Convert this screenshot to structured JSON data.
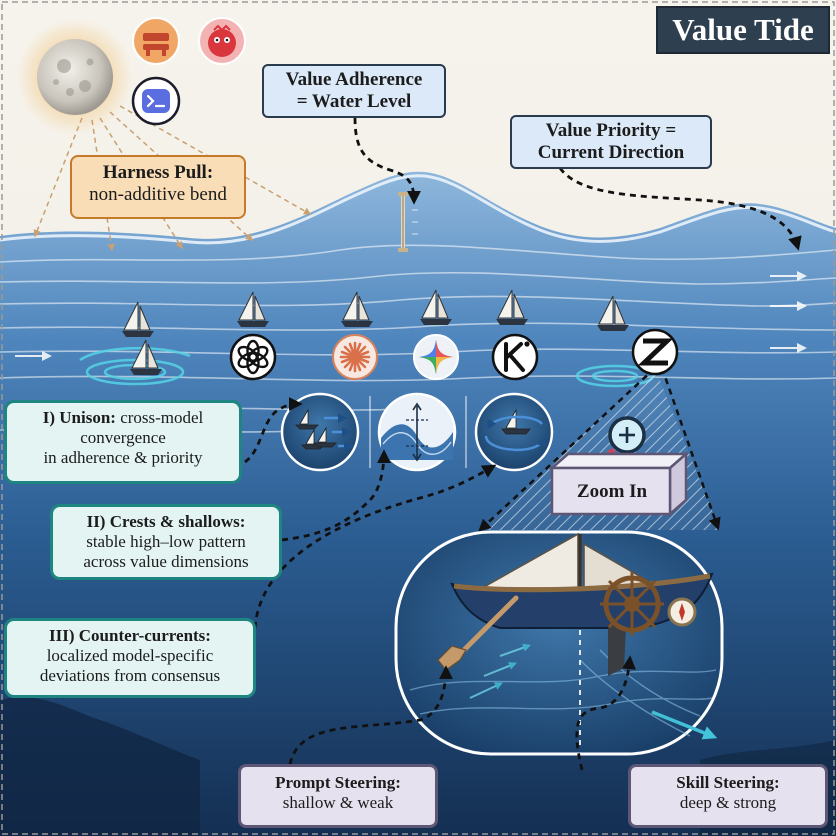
{
  "title": "Value Tide",
  "labels": {
    "adherence": {
      "line1": "Value Adherence",
      "line2": "= Water Level"
    },
    "priority": {
      "line1": "Value Priority =",
      "line2": "Current Direction"
    },
    "harness": {
      "heading": "Harness Pull:",
      "body": "non-additive bend"
    },
    "unison": {
      "heading": "I) Unison:",
      "line1": "cross-model",
      "line2": "convergence",
      "line3": "in adherence & priority"
    },
    "crests": {
      "heading": "II) Crests & shallows:",
      "line1": "stable high–low pattern",
      "line2": "across value dimensions"
    },
    "counter": {
      "heading": "III) Counter-currents:",
      "line1": "localized model-specific",
      "line2": "deviations from consensus"
    },
    "zoom": "Zoom In",
    "prompt": {
      "heading": "Prompt Steering:",
      "body": "shallow & weak"
    },
    "skill": {
      "heading": "Skill Steering:",
      "body": "deep & strong"
    }
  },
  "icons": {
    "harness": [
      "bench-icon",
      "red-bird-icon",
      "terminal-icon"
    ],
    "models": [
      "openai-logo-icon",
      "claude-burst-icon",
      "gemini-star-icon",
      "kimi-k-icon",
      "zhipu-z-icon"
    ]
  },
  "colors": {
    "title_bg": "#2e3f4f",
    "ocean_deep": "#17395f",
    "ocean_light": "#8fb7dc",
    "orange": "#c57a2a",
    "teal": "#1e8580",
    "lavender": "#5e5675"
  }
}
